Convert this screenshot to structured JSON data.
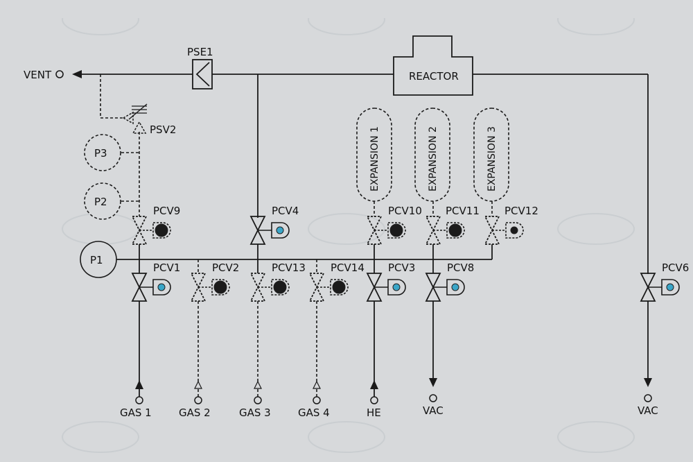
{
  "vent": {
    "label": "VENT"
  },
  "pse": {
    "label": "PSE1"
  },
  "reactor": {
    "label": "REACTOR"
  },
  "psv": {
    "label": "PSV2"
  },
  "gauges": {
    "p3": "P3",
    "p2": "P2",
    "p1": "P1"
  },
  "expansions": {
    "e1": "EXPANSION 1",
    "e2": "EXPANSION 2",
    "e3": "EXPANSION 3"
  },
  "valves": {
    "pcv9": "PCV9",
    "pcv4": "PCV4",
    "pcv10": "PCV10",
    "pcv11": "PCV11",
    "pcv12": "PCV12",
    "pcv1": "PCV1",
    "pcv2": "PCV2",
    "pcv13": "PCV13",
    "pcv14": "PCV14",
    "pcv3": "PCV3",
    "pcv8": "PCV8",
    "pcv6": "PCV6"
  },
  "ports": {
    "gas1": "GAS 1",
    "gas2": "GAS 2",
    "gas3": "GAS 3",
    "gas4": "GAS 4",
    "he": "HE",
    "vac1": "VAC",
    "vac2": "VAC"
  },
  "colors": {
    "panel": "#d7d9db",
    "line": "#1a1a1a",
    "indicator_active": "#3aa6c8",
    "indicator_inactive": "#1b1b1b"
  }
}
